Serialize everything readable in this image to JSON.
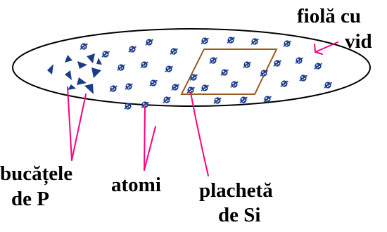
{
  "labels": {
    "vial": [
      "fiolă cu",
      "vid"
    ],
    "phosphorus_pieces": [
      "bucățele",
      "de P"
    ],
    "atoms": "atomi",
    "silicon_plate": [
      "plachetă",
      "de Si"
    ]
  },
  "colors": {
    "outline": "#000000",
    "pointer": "#ff0080",
    "atom": "#1a3c8c",
    "plate": "#9b5a1e"
  }
}
